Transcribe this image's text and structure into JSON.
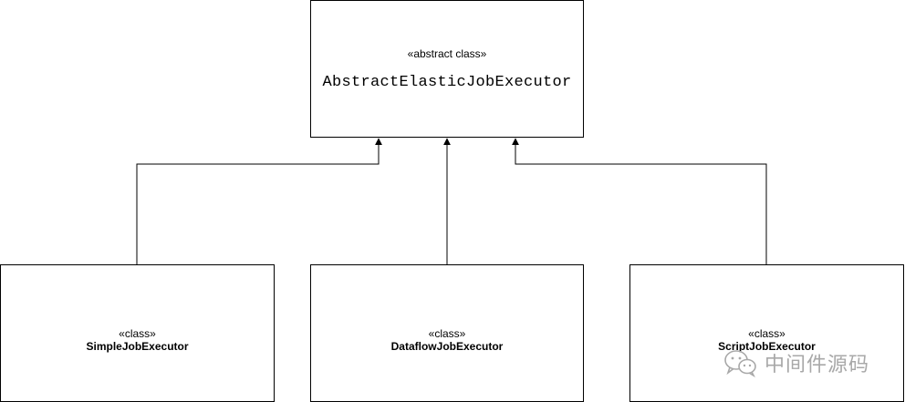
{
  "parent": {
    "stereotype": "«abstract class»",
    "name": "AbstractElasticJobExecutor"
  },
  "children": [
    {
      "stereotype": "«class»",
      "name": "SimpleJobExecutor"
    },
    {
      "stereotype": "«class»",
      "name": "DataflowJobExecutor"
    },
    {
      "stereotype": "«class»",
      "name": "ScriptJobExecutor"
    }
  ],
  "watermark": {
    "icon": "wechat-icon",
    "text": "中间件源码"
  }
}
